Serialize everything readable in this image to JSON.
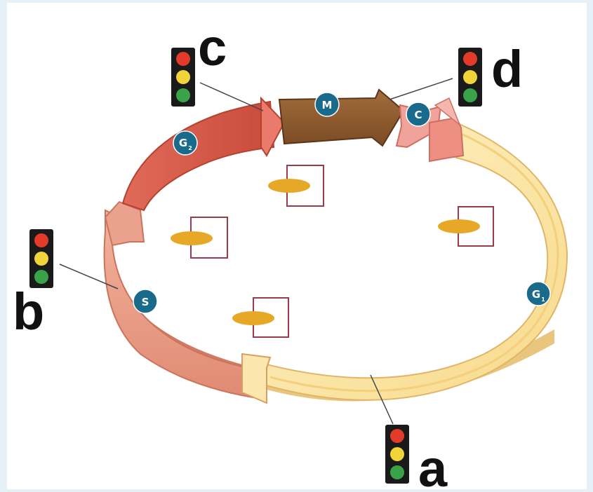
{
  "checkpoints": {
    "a": {
      "label": "a"
    },
    "b": {
      "label": "b"
    },
    "c": {
      "label": "c"
    },
    "d": {
      "label": "d"
    }
  },
  "phases": {
    "g1": {
      "label": "G",
      "sub": "1",
      "color": "#fbe3a2"
    },
    "s": {
      "label": "S",
      "color": "#e8917a"
    },
    "g2": {
      "label": "G",
      "sub": "2",
      "color": "#d9584a"
    },
    "m": {
      "label": "M",
      "color": "#8c5a2e"
    },
    "c": {
      "label": "C",
      "color": "#ec9a90"
    }
  },
  "colors": {
    "phase_circle": "#1a6a8c",
    "ellipse": "#e6a826",
    "box_stroke": "#9a3b4b",
    "light_red": "#e23b2a",
    "light_yellow": "#f0d43a",
    "light_green": "#3aa34a",
    "light_body": "#1a1a1a"
  },
  "icons": {
    "traffic_light": "traffic-light-icon",
    "chromosome": "chromosome-icon"
  }
}
